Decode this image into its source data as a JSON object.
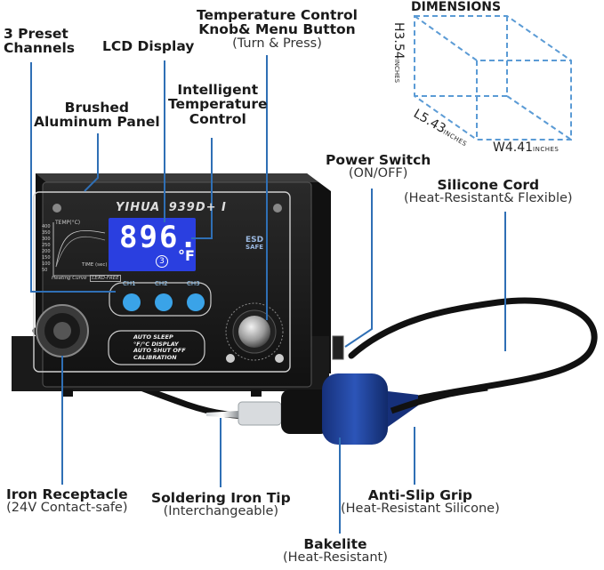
{
  "labels": {
    "preset": {
      "title_line1": "3 Preset",
      "title_line2": "Channels"
    },
    "lcd": {
      "title": "LCD Display"
    },
    "knob": {
      "title_line1": "Temperature Control",
      "title_line2": "Knob& Menu Button",
      "sub": "(Turn & Press)"
    },
    "aluminum": {
      "title_line1": "Brushed",
      "title_line2": "Aluminum Panel"
    },
    "intelligent": {
      "title_line1": "Intelligent",
      "title_line2": "Temperature",
      "title_line3": "Control"
    },
    "power": {
      "title": "Power Switch",
      "sub": "(ON/OFF)"
    },
    "cord": {
      "title": "Silicone Cord",
      "sub": "(Heat-Resistant& Flexible)"
    },
    "receptacle": {
      "title": "Iron Receptacle",
      "sub": "(24V Contact-safe)"
    },
    "tip": {
      "title": "Soldering Iron Tip",
      "sub": "(Interchangeable)"
    },
    "grip": {
      "title": "Anti-Slip Grip",
      "sub": "(Heat-Resistant Silicone)"
    },
    "bakelite": {
      "title": "Bakelite",
      "sub": "(Heat-Resistant)"
    }
  },
  "dimensions": {
    "title": "DIMENSIONS",
    "height": "H3.54",
    "length": "L5.43",
    "width": "W4.41",
    "unit": "INCHES"
  },
  "device": {
    "brand": "YIHUA",
    "model": "939D+ I",
    "temperature": "896.",
    "unit": "°F",
    "channel_indicator": "3",
    "temp_label": "TEMP(°C)",
    "time_label": "TIME (sec)",
    "curve_label": "Heating Curve",
    "lead_free": "LEAD-FREE",
    "esd": "ESD",
    "safe": "SAFE",
    "graph_ticks": [
      "400",
      "350",
      "300",
      "250",
      "200",
      "150",
      "100",
      "50"
    ],
    "channels": [
      "CH1",
      "CH2",
      "CH3"
    ],
    "features": [
      "AUTO SLEEP",
      "°F/°C DISPLAY",
      "AUTO SHUT OFF",
      "CALIBRATION"
    ]
  },
  "colors": {
    "callout": "#2f6fb5",
    "lcd": "#2a3fe0",
    "button": "#3aa3e8",
    "grip": "#1d3f8f"
  }
}
